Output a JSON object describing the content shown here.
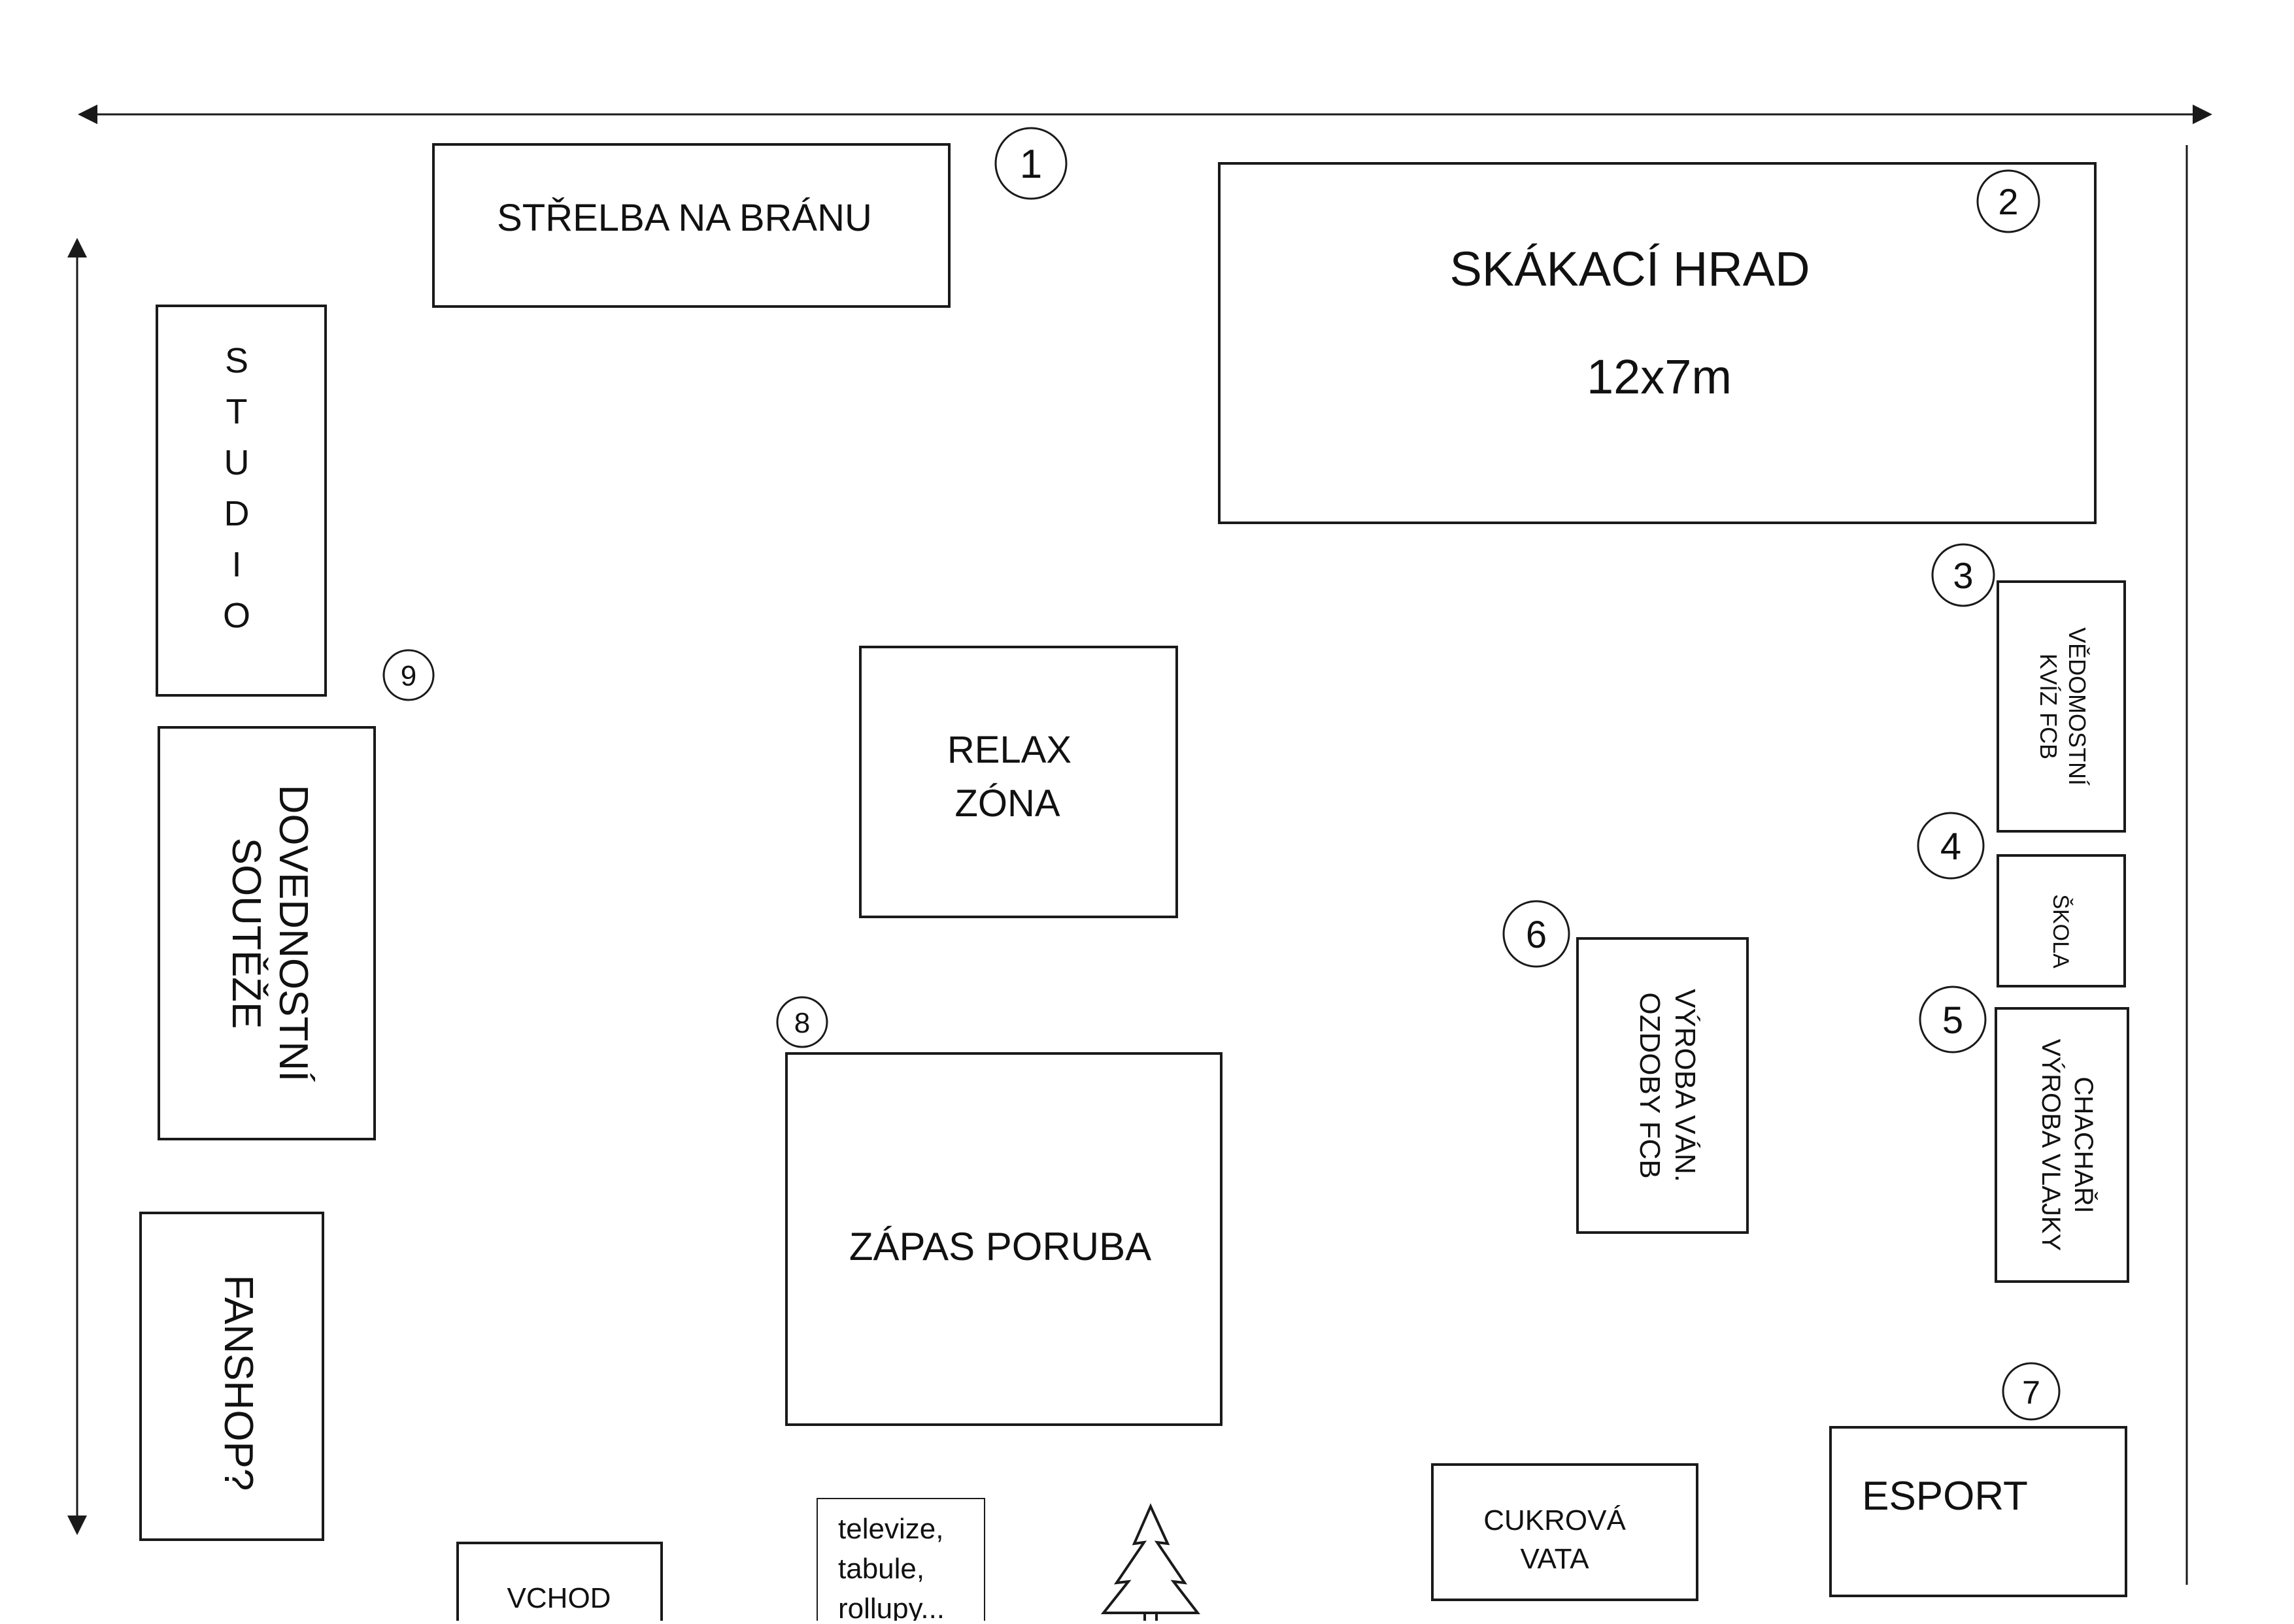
{
  "colors": {
    "ink": "#1a1a1a",
    "background": "#ffffff"
  },
  "zones": {
    "strelba": {
      "label": "STŘELBA NA BRÁNU",
      "number": "1"
    },
    "skakaci": {
      "label": "SKÁKACÍ HRAD",
      "size": "12x7m",
      "number": "2"
    },
    "studio": {
      "letters": [
        "S",
        "T",
        "U",
        "D",
        "I",
        "O"
      ]
    },
    "studio_marker": {
      "number": "9"
    },
    "relax": {
      "line1": "RELAX",
      "line2": "ZÓNA"
    },
    "dovednostni": {
      "line1": "DOVEDNOSTNÍ",
      "line2": "SOUTĚŽE"
    },
    "vedomostni": {
      "line1": "VĚDOMOSTNÍ",
      "line2": "KVÍZ FCB",
      "number": "3"
    },
    "skola": {
      "label": "ŠKOLA",
      "number": "4"
    },
    "chachari": {
      "line1": "CHACHAŘI",
      "line2": "VÝROBA VLAJKY",
      "number": "5"
    },
    "vyroba_van": {
      "line1": "VÝROBA VÁN.",
      "line2": "OZDOBY FCB",
      "number": "6"
    },
    "esport": {
      "label": "ESPORT",
      "number": "7"
    },
    "zapas": {
      "label": "ZÁPAS PORUBA",
      "number": "8"
    },
    "fanshop": {
      "label": "FANSHOP?"
    },
    "cukrova": {
      "line1": "CUKROVÁ",
      "line2": "VATA"
    },
    "vchod": {
      "label": "VCHOD"
    },
    "televize": {
      "line1": "televize,",
      "line2": "tabule,",
      "line3": "rollupy..."
    },
    "tree": {
      "icon": "tree-icon"
    }
  }
}
